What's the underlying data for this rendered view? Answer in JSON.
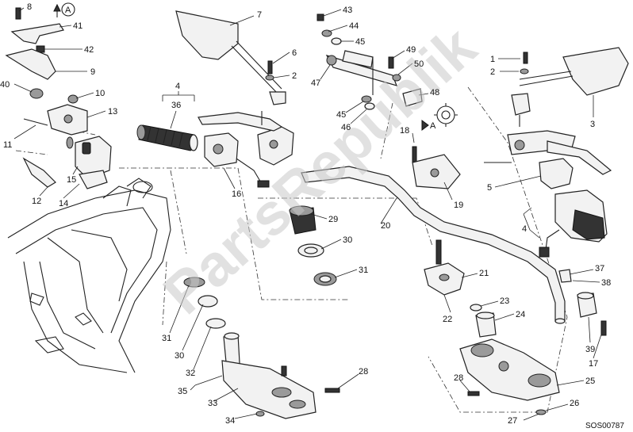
{
  "diagram": {
    "code": "SOS00787",
    "watermark": "PartsRepublik",
    "view_marker": "A",
    "labels": [
      {
        "id": "l8",
        "text": "8"
      },
      {
        "id": "l41",
        "text": "41"
      },
      {
        "id": "l42",
        "text": "42"
      },
      {
        "id": "l9",
        "text": "9"
      },
      {
        "id": "l40",
        "text": "40"
      },
      {
        "id": "l10",
        "text": "10"
      },
      {
        "id": "l13",
        "text": "13"
      },
      {
        "id": "l11",
        "text": "11"
      },
      {
        "id": "l15",
        "text": "15"
      },
      {
        "id": "l12",
        "text": "12"
      },
      {
        "id": "l14",
        "text": "14"
      },
      {
        "id": "l4a",
        "text": "4"
      },
      {
        "id": "l36",
        "text": "36"
      },
      {
        "id": "l7",
        "text": "7"
      },
      {
        "id": "l6",
        "text": "6"
      },
      {
        "id": "l2a",
        "text": "2"
      },
      {
        "id": "l16",
        "text": "16"
      },
      {
        "id": "l43",
        "text": "43"
      },
      {
        "id": "l44",
        "text": "44"
      },
      {
        "id": "l45a",
        "text": "45"
      },
      {
        "id": "l47",
        "text": "47"
      },
      {
        "id": "l49",
        "text": "49"
      },
      {
        "id": "l50",
        "text": "50"
      },
      {
        "id": "l48",
        "text": "48"
      },
      {
        "id": "l45b",
        "text": "45"
      },
      {
        "id": "l46",
        "text": "46"
      },
      {
        "id": "l18",
        "text": "18"
      },
      {
        "id": "l19",
        "text": "19"
      },
      {
        "id": "l20",
        "text": "20"
      },
      {
        "id": "l29",
        "text": "29"
      },
      {
        "id": "l30a",
        "text": "30"
      },
      {
        "id": "l31a",
        "text": "31"
      },
      {
        "id": "l1",
        "text": "1"
      },
      {
        "id": "l2b",
        "text": "2"
      },
      {
        "id": "l3",
        "text": "3"
      },
      {
        "id": "l5",
        "text": "5"
      },
      {
        "id": "l4b",
        "text": "4"
      },
      {
        "id": "l21",
        "text": "21"
      },
      {
        "id": "l37",
        "text": "37"
      },
      {
        "id": "l38",
        "text": "38"
      },
      {
        "id": "l23",
        "text": "23"
      },
      {
        "id": "l22",
        "text": "22"
      },
      {
        "id": "l24",
        "text": "24"
      },
      {
        "id": "l39",
        "text": "39"
      },
      {
        "id": "l17",
        "text": "17"
      },
      {
        "id": "l31b",
        "text": "31"
      },
      {
        "id": "l30b",
        "text": "30"
      },
      {
        "id": "l32",
        "text": "32"
      },
      {
        "id": "l35",
        "text": "35"
      },
      {
        "id": "l33",
        "text": "33"
      },
      {
        "id": "l34",
        "text": "34"
      },
      {
        "id": "l28a",
        "text": "28"
      },
      {
        "id": "l28b",
        "text": "28"
      },
      {
        "id": "l25",
        "text": "25"
      },
      {
        "id": "l26",
        "text": "26"
      },
      {
        "id": "l27",
        "text": "27"
      }
    ]
  }
}
